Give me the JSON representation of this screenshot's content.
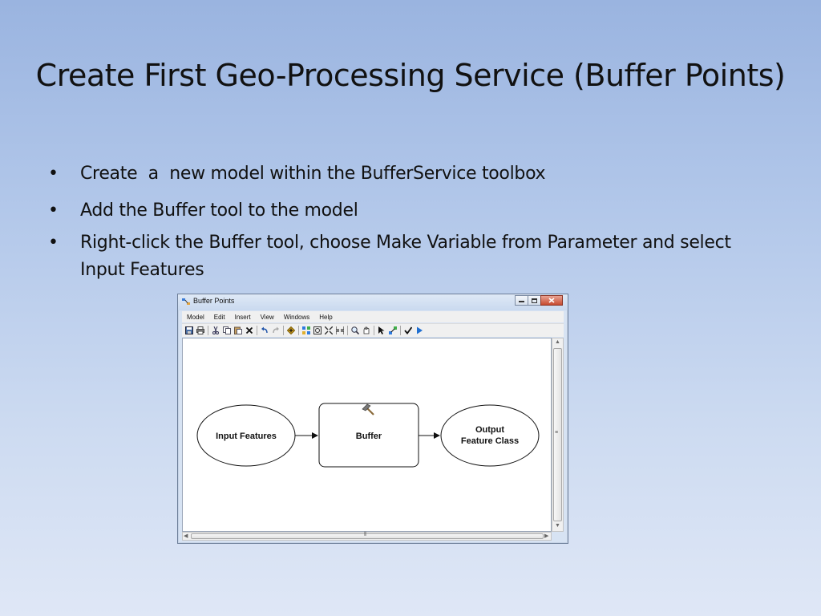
{
  "slide": {
    "title": "Create First Geo-Processing Service (Buffer Points)",
    "bullets": [
      "Create  a  new model within the BufferService toolbox",
      "Add the Buffer tool to the model",
      "Right-click the Buffer tool, choose Make Variable from Parameter and select Input Features"
    ]
  },
  "window": {
    "title": "Buffer Points",
    "menu": [
      "Model",
      "Edit",
      "Insert",
      "View",
      "Windows",
      "Help"
    ],
    "toolbar_icons": [
      "save-icon",
      "print-icon",
      "cut-icon",
      "copy-icon",
      "paste-icon",
      "delete-icon",
      "undo-icon",
      "redo-icon",
      "add-data-icon",
      "auto-layout-icon",
      "full-extent-icon",
      "fixed-zoom-in-icon",
      "fixed-zoom-out-icon",
      "zoom-in-icon",
      "pan-icon",
      "select-icon",
      "connect-icon",
      "validate-icon",
      "run-icon"
    ]
  },
  "model": {
    "input": "Input Features",
    "tool": "Buffer",
    "output_line1": "Output",
    "output_line2": "Feature Class"
  },
  "colors": {
    "input_fill": "#ffffff",
    "tool_fill": "#ffffff",
    "output_fill": "#ffffff"
  }
}
